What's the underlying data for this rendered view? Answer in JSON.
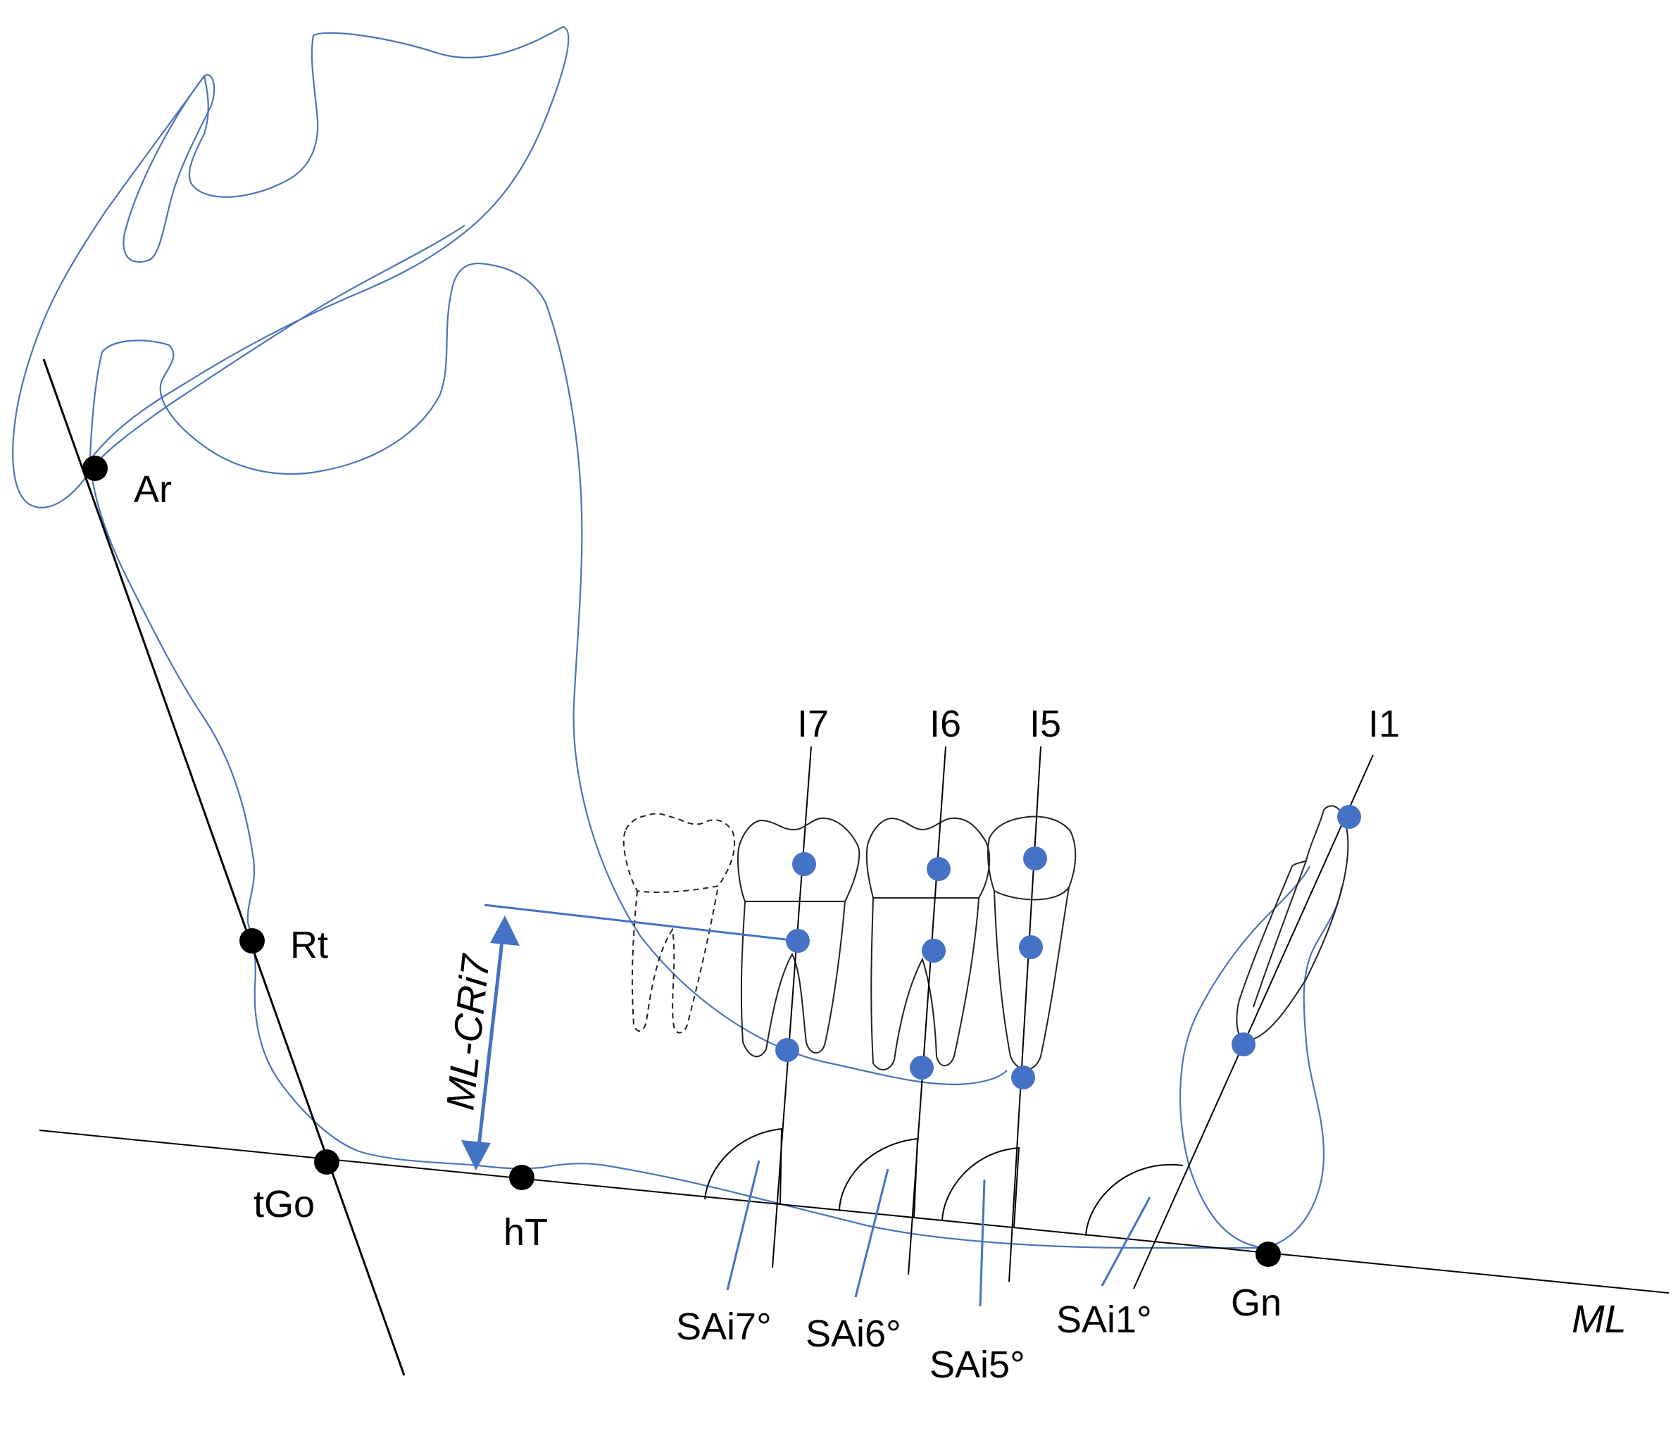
{
  "colors": {
    "outline": "#4a74b8",
    "landmark": "#000000",
    "point": "#4472c4",
    "line": "#000000",
    "arrow": "#4472c4"
  },
  "labels": {
    "ar": "Ar",
    "rt": "Rt",
    "tgo": "tGo",
    "ht": "hT",
    "gn": "Gn",
    "ml": "ML",
    "ml_cri7": "ML-CRi7",
    "i7": "I7",
    "i6": "I6",
    "i5": "I5",
    "i1": "I1",
    "sai7": "SAi7°",
    "sai6": "SAi6°",
    "sai5": "SAi5°",
    "sai1": "SAi1°"
  }
}
